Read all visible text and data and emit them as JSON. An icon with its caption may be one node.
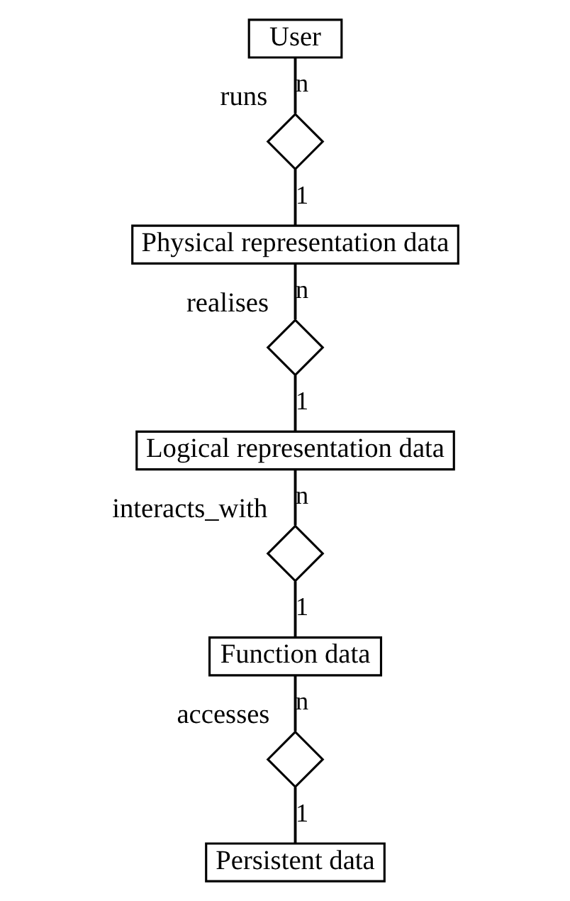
{
  "diagram": {
    "nodes": [
      {
        "text": [
          "User"
        ]
      },
      {
        "text": [],
        "shape": "diamond",
        "beside": [
          "runs"
        ]
      },
      {
        "text": [
          "Physical representation data"
        ]
      },
      {
        "text": [],
        "shape": "diamond",
        "beside": [
          "realises"
        ]
      },
      {
        "text": [
          "Logical representation data"
        ]
      },
      {
        "text": [],
        "shape": "diamond",
        "beside": [
          "interacts_with"
        ]
      },
      {
        "text": [
          "Function data"
        ]
      },
      {
        "text": [],
        "shape": "diamond",
        "beside": [
          "accesses"
        ]
      },
      {
        "text": [
          "Persistent data"
        ]
      }
    ],
    "edges": [
      {
        "from": 0,
        "to": 1,
        "arrow": "none",
        "label": "n"
      },
      {
        "from": 1,
        "to": 2,
        "arrow": "none",
        "label": "1"
      },
      {
        "from": 2,
        "to": 3,
        "arrow": "none",
        "label": "n"
      },
      {
        "from": 3,
        "to": 4,
        "arrow": "none",
        "label": "1"
      },
      {
        "from": 4,
        "to": 5,
        "arrow": "none",
        "label": "n"
      },
      {
        "from": 5,
        "to": 6,
        "arrow": "none",
        "label": "1"
      },
      {
        "from": 6,
        "to": 7,
        "arrow": "none",
        "label": "n"
      },
      {
        "from": 7,
        "to": 8,
        "arrow": "none",
        "label": "1"
      }
    ]
  }
}
